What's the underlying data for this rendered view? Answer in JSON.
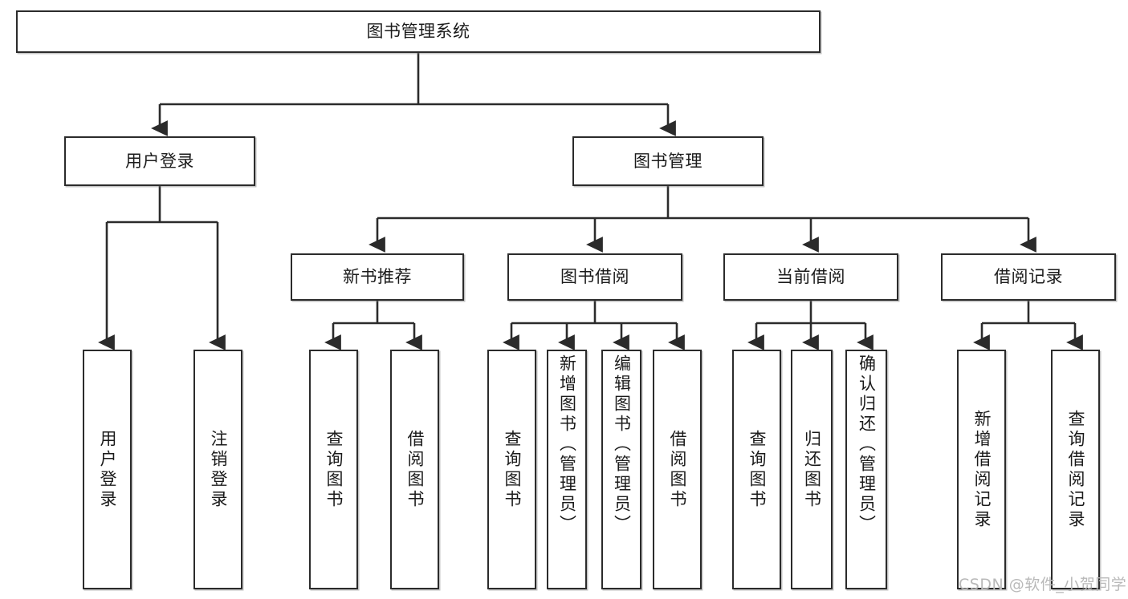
{
  "diagram": {
    "title": "图书管理系统",
    "watermark": "CSDN @软件_小贺同学",
    "accent_color": "#2b2b2b",
    "background_color": "#ffffff",
    "levels": {
      "root": {
        "label": "图书管理系统"
      },
      "level2": [
        {
          "label": "用户登录"
        },
        {
          "label": "图书管理"
        }
      ],
      "level3": [
        {
          "label": "新书推荐"
        },
        {
          "label": "图书借阅"
        },
        {
          "label": "当前借阅"
        },
        {
          "label": "借阅记录"
        }
      ],
      "leaves": {
        "user_login": [
          {
            "label": "用户登录"
          },
          {
            "label": "注销登录"
          }
        ],
        "new_book_recommend": [
          {
            "label": "查询图书"
          },
          {
            "label": "借阅图书"
          }
        ],
        "book_borrow": [
          {
            "label": "查询图书"
          },
          {
            "label": "新增图书（管理员）"
          },
          {
            "label": "编辑图书（管理员）"
          },
          {
            "label": "借阅图书"
          }
        ],
        "current_borrow": [
          {
            "label": "查询图书"
          },
          {
            "label": "归还图书"
          },
          {
            "label": "确认归还（管理员）"
          }
        ],
        "borrow_record": [
          {
            "label": "新增借阅记录"
          },
          {
            "label": "查询借阅记录"
          }
        ]
      }
    }
  }
}
